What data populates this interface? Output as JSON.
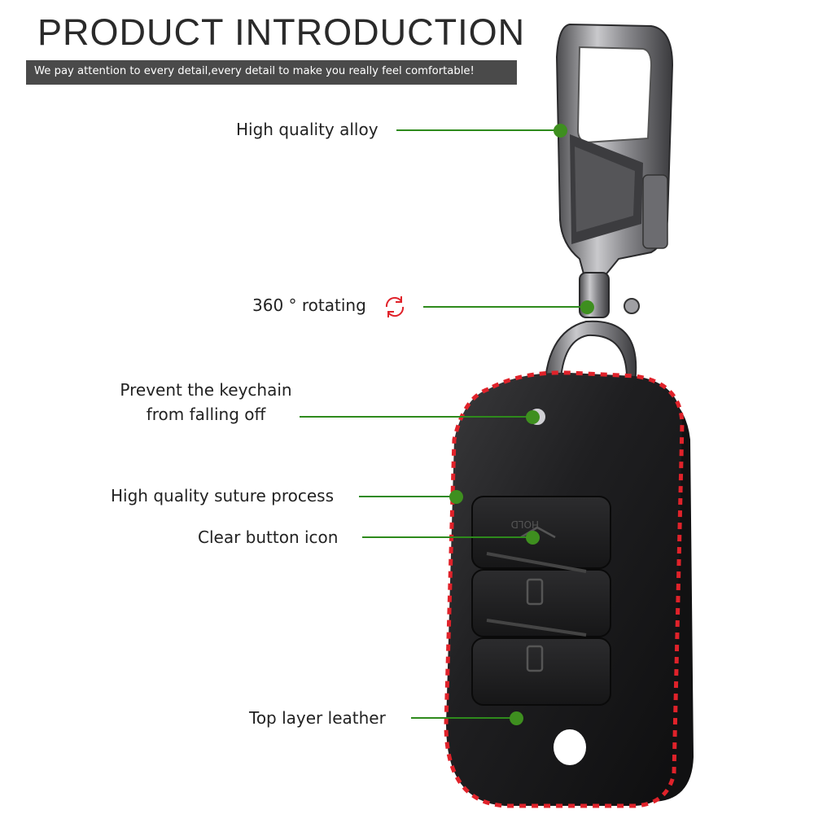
{
  "header": {
    "title": "PRODUCT INTRODUCTION",
    "subtitle": "We pay attention to every detail,every detail to make you really feel comfortable!"
  },
  "callouts": [
    {
      "label": "High quality alloy"
    },
    {
      "label": "360 ° rotating",
      "icon": "rotate-icon"
    },
    {
      "label_line1": "Prevent the keychain",
      "label_line2": "from falling off"
    },
    {
      "label": "High quality suture process"
    },
    {
      "label": "Clear button icon"
    },
    {
      "label": "Top layer leather"
    }
  ],
  "colors": {
    "accent_green": "#3e8f1f",
    "stitch_red": "#e0222a",
    "leather": "#1c1c1e",
    "title_bar": "#4a4a4a"
  }
}
